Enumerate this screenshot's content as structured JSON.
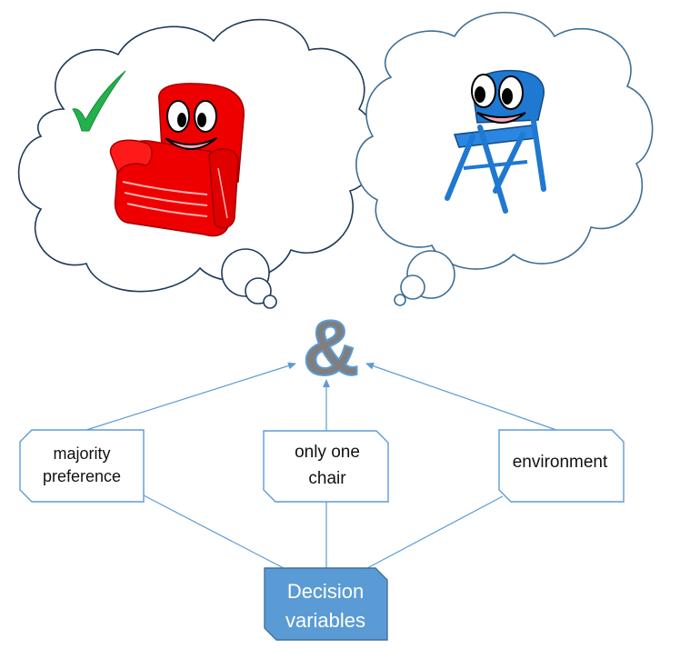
{
  "nodes": {
    "symbol": "&",
    "majority": {
      "line1": "majority",
      "line2": "preference"
    },
    "one_chair": {
      "line1": "only one",
      "line2": "chair"
    },
    "environment": {
      "line1": "environment"
    },
    "decision": {
      "line1": "Decision",
      "line2": "variables"
    }
  },
  "icons": {
    "check": "checkmark-icon",
    "armchair": "red-armchair",
    "folding_chair": "blue-folding-chair"
  },
  "colors": {
    "cloud_stroke_left": "#1f3a5a",
    "cloud_stroke_right": "#3d6e94",
    "box_stroke": "#5b9bd5",
    "decision_fill": "#5b9bd5",
    "decision_stroke": "#41719c",
    "connector": "#5b9bd5",
    "ampersand": "#7f7f7f",
    "ampersand_outline": "#5b9bd5",
    "check": "#22b14c",
    "red_chair": "#ee0000",
    "blue_chair": "#1f78d1"
  }
}
